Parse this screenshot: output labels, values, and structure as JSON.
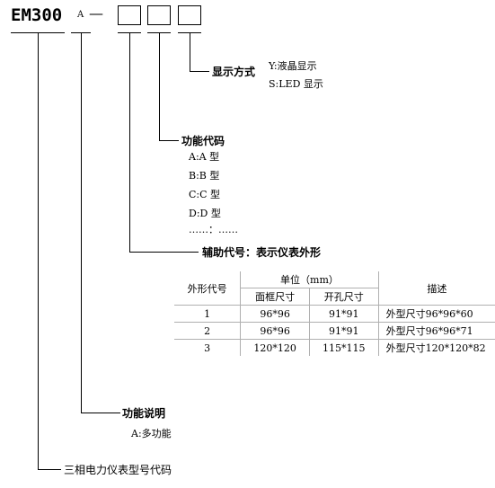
{
  "code": {
    "model": "EM300",
    "suffix": "A",
    "dash": "—"
  },
  "display_mode": {
    "label": "显示方式",
    "options": [
      "Y:液晶显示",
      "S:LED 显示"
    ]
  },
  "function_code": {
    "label": "功能代码",
    "options": [
      "A:A 型",
      "B:B 型",
      "C:C 型",
      "D:D 型",
      "……：……"
    ]
  },
  "aux_code": {
    "label": "辅助代号：表示仪表外形"
  },
  "shape_table": {
    "header_code": "外形代号",
    "header_unit": "单位（mm）",
    "header_frame": "面框尺寸",
    "header_hole": "开孔尺寸",
    "header_desc": "描述",
    "rows": [
      {
        "code": "1",
        "frame": "96*96",
        "hole": "91*91",
        "desc": "外型尺寸96*96*60"
      },
      {
        "code": "2",
        "frame": "96*96",
        "hole": "91*91",
        "desc": "外型尺寸96*96*71"
      },
      {
        "code": "3",
        "frame": "120*120",
        "hole": "115*115",
        "desc": "外型尺寸120*120*82"
      }
    ]
  },
  "function_desc": {
    "label": "功能说明",
    "value": "A:多功能"
  },
  "type_code": {
    "label": "三相电力仪表型号代码"
  }
}
